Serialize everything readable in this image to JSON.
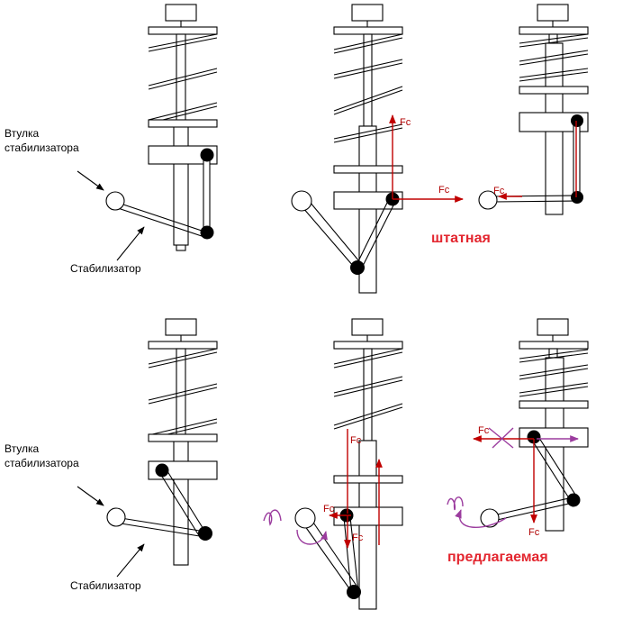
{
  "labels": {
    "bushing_line1": "Втулка",
    "bushing_line2": "стабилизатора",
    "stabilizer": "Стабилизатор",
    "force": "Fc",
    "caption_stock": "штатная",
    "caption_proposed": "предлагаемая"
  },
  "colors": {
    "outline": "#000000",
    "force_arrow": "#c00000",
    "caption": "#e3262f",
    "rotation_marker": "#9b3c9e"
  }
}
